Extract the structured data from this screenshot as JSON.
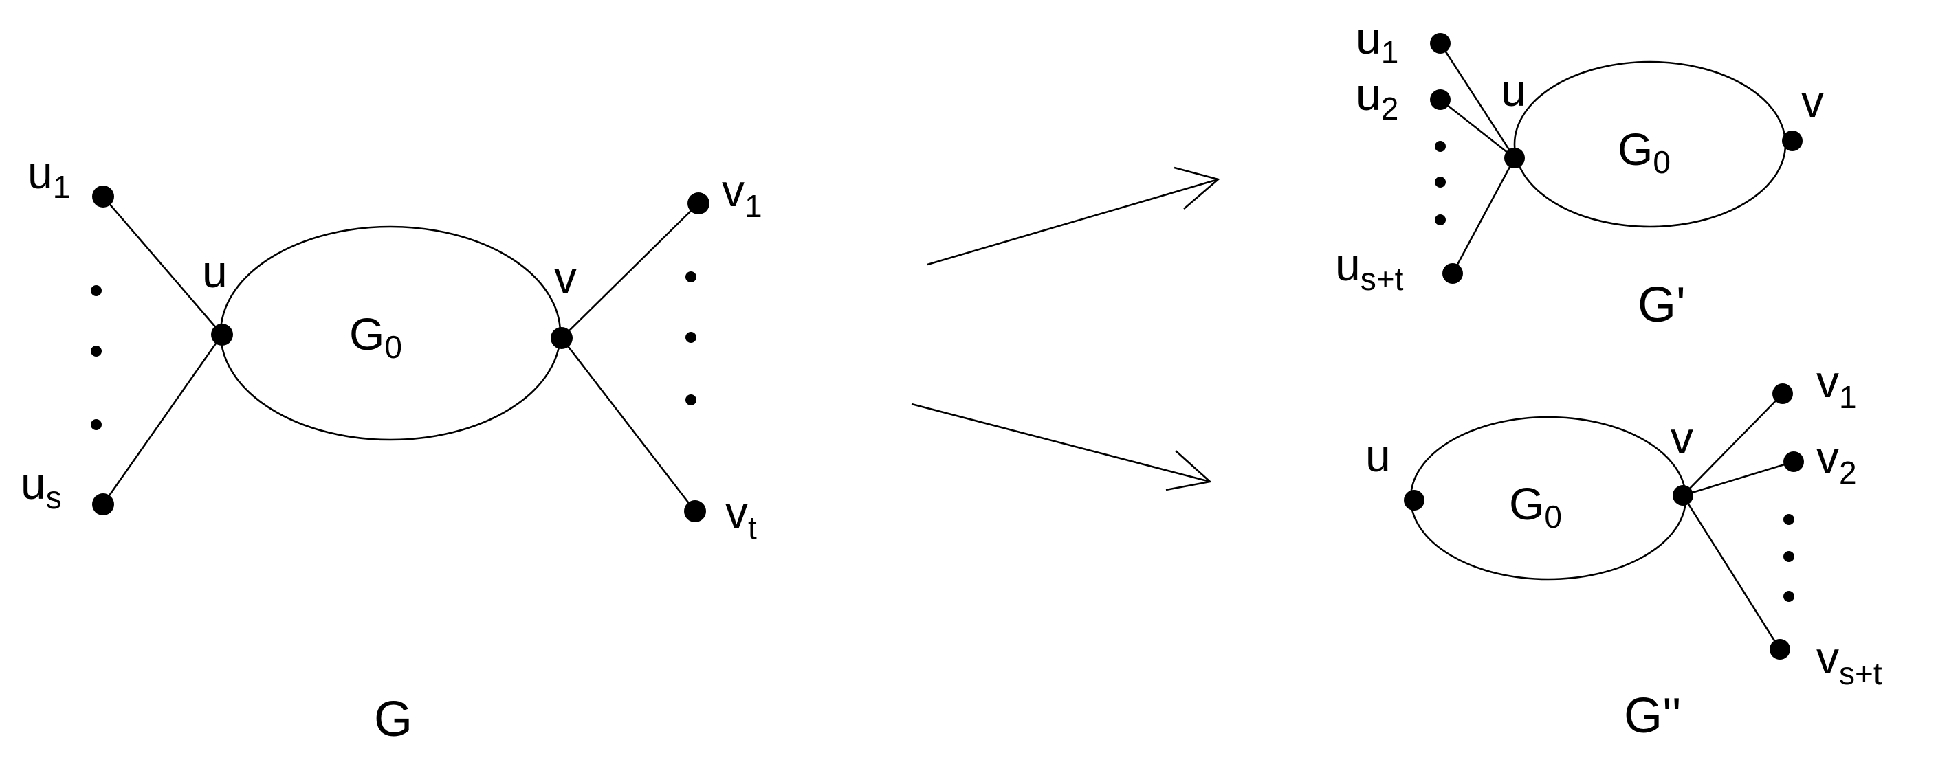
{
  "graph_g": {
    "caption": "G",
    "center_label": "G",
    "center_sub": "0",
    "u_label": "u",
    "v_label": "v",
    "u1": {
      "base": "u",
      "sub": "1"
    },
    "us": {
      "base": "u",
      "sub": "s"
    },
    "v1": {
      "base": "v",
      "sub": "1"
    },
    "vt": {
      "base": "v",
      "sub": "t"
    }
  },
  "graph_g_prime": {
    "caption": "G'",
    "center_label": "G",
    "center_sub": "0",
    "u_label": "u",
    "v_label": "v",
    "u1": {
      "base": "u",
      "sub": "1"
    },
    "u2": {
      "base": "u",
      "sub": "2"
    },
    "ust": {
      "base": "u",
      "sub": "s+t"
    }
  },
  "graph_g_double_prime": {
    "caption": "G''",
    "center_label": "G",
    "center_sub": "0",
    "u_label": "u",
    "v_label": "v",
    "v1": {
      "base": "v",
      "sub": "1"
    },
    "v2": {
      "base": "v",
      "sub": "2"
    },
    "vst": {
      "base": "v",
      "sub": "s+t"
    }
  }
}
